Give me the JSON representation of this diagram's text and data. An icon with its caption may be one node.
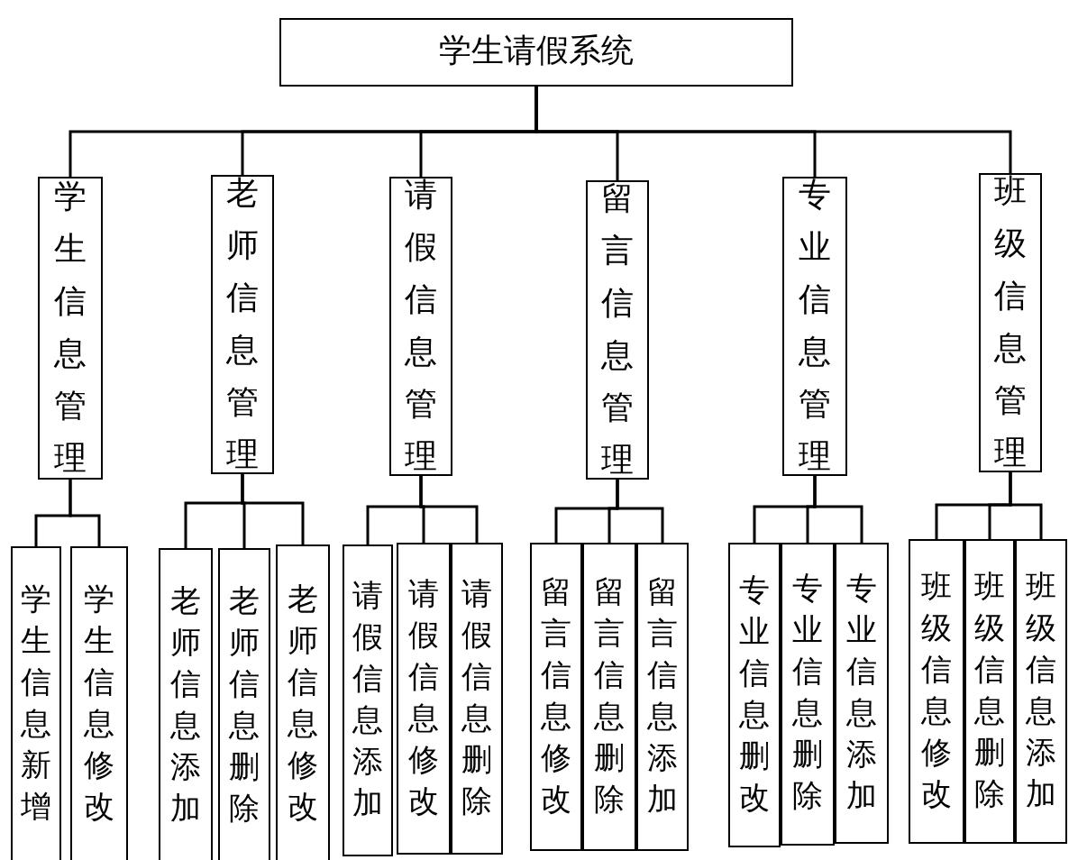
{
  "diagram": {
    "nodes": [
      {
        "text": [
          "学生请假系统"
        ]
      },
      {
        "text": [
          "学生信息管理"
        ]
      },
      {
        "text": [
          "老师信息管理"
        ]
      },
      {
        "text": [
          "请假信息管理"
        ]
      },
      {
        "text": [
          "留言信息管理"
        ]
      },
      {
        "text": [
          "专业信息管理"
        ]
      },
      {
        "text": [
          "班级信息管理"
        ]
      },
      {
        "text": [
          "学生信息新增"
        ]
      },
      {
        "text": [
          "学生信息修改"
        ]
      },
      {
        "text": [
          "老师信息添加"
        ]
      },
      {
        "text": [
          "老师信息删除"
        ]
      },
      {
        "text": [
          "老师信息修改"
        ]
      },
      {
        "text": [
          "请假信息添加"
        ]
      },
      {
        "text": [
          "请假信息修改"
        ]
      },
      {
        "text": [
          "请假信息删除"
        ]
      },
      {
        "text": [
          "留言信息修改"
        ]
      },
      {
        "text": [
          "留言信息删除"
        ]
      },
      {
        "text": [
          "留言信息添加"
        ]
      },
      {
        "text": [
          "专业信息删改"
        ]
      },
      {
        "text": [
          "专业信息删除"
        ]
      },
      {
        "text": [
          "专业信息添加"
        ]
      },
      {
        "text": [
          "班级信息修改"
        ]
      },
      {
        "text": [
          "班级信息删除"
        ]
      },
      {
        "text": [
          "班级信息添加"
        ]
      }
    ],
    "edges": [
      {
        "from": 0,
        "to": 1,
        "arrow": "none"
      },
      {
        "from": 0,
        "to": 2,
        "arrow": "none"
      },
      {
        "from": 0,
        "to": 3,
        "arrow": "none"
      },
      {
        "from": 0,
        "to": 4,
        "arrow": "none"
      },
      {
        "from": 0,
        "to": 5,
        "arrow": "none"
      },
      {
        "from": 0,
        "to": 6,
        "arrow": "none"
      },
      {
        "from": 1,
        "to": 7,
        "arrow": "none"
      },
      {
        "from": 1,
        "to": 8,
        "arrow": "none"
      },
      {
        "from": 2,
        "to": 9,
        "arrow": "none"
      },
      {
        "from": 2,
        "to": 10,
        "arrow": "none"
      },
      {
        "from": 2,
        "to": 11,
        "arrow": "none"
      },
      {
        "from": 3,
        "to": 12,
        "arrow": "none"
      },
      {
        "from": 3,
        "to": 13,
        "arrow": "none"
      },
      {
        "from": 3,
        "to": 14,
        "arrow": "none"
      },
      {
        "from": 4,
        "to": 15,
        "arrow": "none"
      },
      {
        "from": 4,
        "to": 16,
        "arrow": "none"
      },
      {
        "from": 4,
        "to": 17,
        "arrow": "none"
      },
      {
        "from": 5,
        "to": 18,
        "arrow": "none"
      },
      {
        "from": 5,
        "to": 19,
        "arrow": "none"
      },
      {
        "from": 5,
        "to": 20,
        "arrow": "none"
      },
      {
        "from": 6,
        "to": 21,
        "arrow": "none"
      },
      {
        "from": 6,
        "to": 22,
        "arrow": "none"
      },
      {
        "from": 6,
        "to": 23,
        "arrow": "none"
      }
    ]
  }
}
